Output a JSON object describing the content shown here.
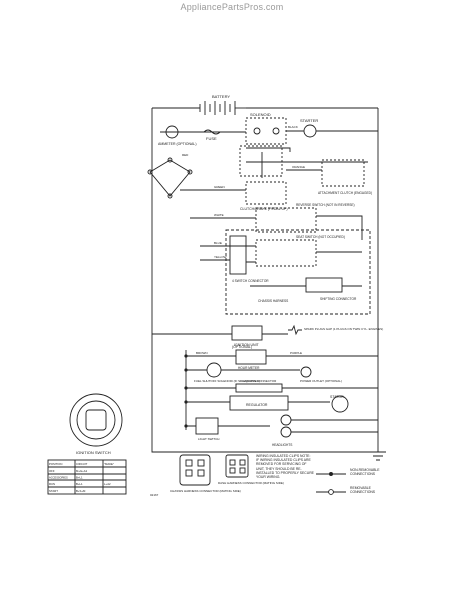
{
  "watermark": "AppliancePartsPros.com",
  "components": {
    "battery": "BATTERY",
    "solenoid": "SOLENOID",
    "starter": "STARTER",
    "ammeter": "AMMETER (OPTIONAL)",
    "fuse": "FUSE",
    "clutch_brake": "CLUTCH/BRAKE (PEDAL UP)",
    "attachment_clutch": "ATTACHMENT CLUTCH (ENGAGED)",
    "reverse_switch": "REVERSE SWITCH (NOT IN REVERSE)",
    "seat_switch": "SEAT SWITCH (NOT OCCUPIED)",
    "switch_connector": "4 SWITCH CONNECTOR",
    "chassis_harness": "CHASSIS HARNESS",
    "shifting_connector": "SHIFTING CONNECTOR",
    "ignition_unit": "IGNITION UNIT",
    "spark_plugs": "SPARK PLUGS GAP (1 PLUGS ON TWIN CYL. ENGINES)",
    "optional": "(OPTIONAL)",
    "hour_meter": "HOUR METER",
    "fuel_shutoff": "FUEL SHUTOFF SOLENOID (IF SO EQUIPPED)",
    "charging_connector": "CHARGING CONNECTOR",
    "power_outlet": "POWER OUTLET (OPTIONAL)",
    "regulator": "REGULATOR",
    "stator": "STATOR",
    "light_switch": "LIGHT SWITCH",
    "headlights": "HEADLIGHTS",
    "ignition_switch_title": "IGNITION SWITCH",
    "chassis_harness_connector": "CHASSIS HARNESS CONNECTOR (MATING SIDE)",
    "dash_harness_connector": "DASH HARNESS CONNECTOR (MATING SIDE)"
  },
  "wire_labels": {
    "black": "BLACK",
    "red": "RED",
    "green": "GREEN",
    "white": "WHITE",
    "blue": "BLUE",
    "orange": "ORANGE",
    "yellow": "YELLOW",
    "brown": "BROWN",
    "purple": "PURPLE"
  },
  "ignition_table": {
    "headers": [
      "POSITION",
      "CIRCUIT",
      "\"MAKE\""
    ],
    "rows": [
      [
        "OFF",
        "M+G+A1",
        ""
      ],
      [
        "ACCESSORIES",
        "B+L1",
        ""
      ],
      [
        "RUN",
        "B+L1",
        "L+A2"
      ],
      [
        "START",
        "B+S+M",
        ""
      ]
    ]
  },
  "notes": {
    "wiring_clips": "WIRING INSULATED CLIPS NOTE: IF WIRING INSULATED CLIPS ARE REMOVED FOR SERVICING OF UNIT, THEY SHOULD BE RE-INSTALLED TO PROPERLY SECURE YOUR WIRING.",
    "non_removable": "NON-REMOVABLE CONNECTIONS",
    "removable": "REMOVABLE CONNECTIONS",
    "part_number": "02167"
  }
}
